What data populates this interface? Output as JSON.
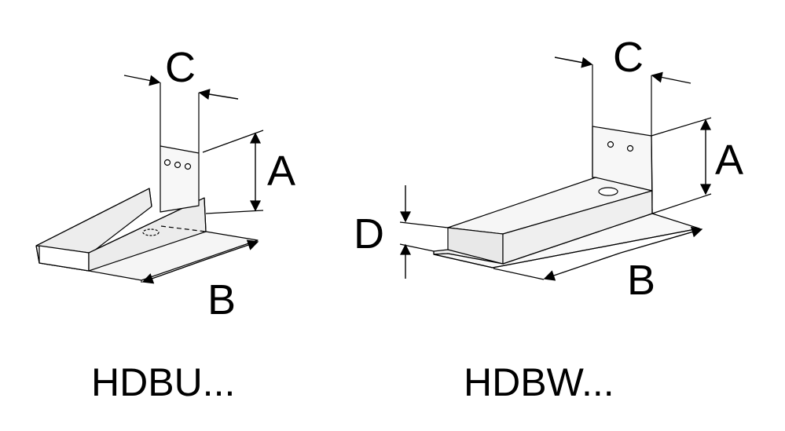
{
  "left_drawing": {
    "caption": "HDBU...",
    "labels": {
      "a": "A",
      "b": "B",
      "c": "C"
    }
  },
  "right_drawing": {
    "caption": "HDBW...",
    "labels": {
      "a": "A",
      "b": "B",
      "c": "C",
      "d": "D"
    }
  },
  "colors": {
    "line": "#000000",
    "background": "#ffffff",
    "face_light": "#f4f4f4",
    "face_shade": "#e4e4e4"
  }
}
